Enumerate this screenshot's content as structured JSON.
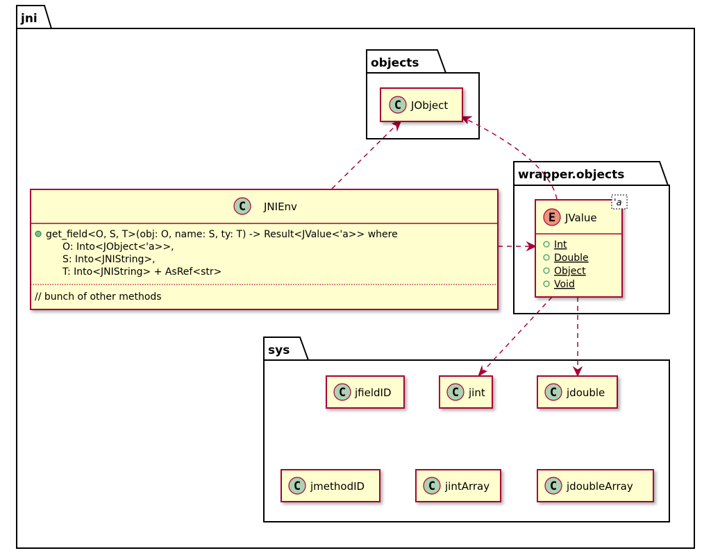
{
  "packages": {
    "jni": "jni",
    "objects": "objects",
    "wrapper": "wrapper.objects",
    "sys": "sys"
  },
  "badges": {
    "class": "C",
    "enum": "E"
  },
  "jobject": {
    "name": "JObject"
  },
  "jnienv": {
    "name": "JNIEnv",
    "method_lines": [
      "get_field<O, S, T>(obj: O, name: S, ty: T) -> Result<JValue<'a>> where",
      "O: Into<JObject<'a>>,",
      "S: Into<JNIString>,",
      "T: Into<JNIString> + AsRef<str>"
    ],
    "other": "// bunch of other methods"
  },
  "jvalue": {
    "name": "JValue",
    "type_param": "'a",
    "variants": [
      "Int",
      "Double",
      "Object",
      "Void"
    ]
  },
  "sys_classes": {
    "jfieldID": "jfieldID",
    "jint": "jint",
    "jdouble": "jdouble",
    "jmethodID": "jmethodID",
    "jintArray": "jintArray",
    "jdoubleArray": "jdoubleArray"
  },
  "colors": {
    "class_fill": "#fefece",
    "class_border": "#a80036",
    "class_badge": "#add1b2",
    "enum_badge": "#eb937f",
    "visibility_public": "#84be84"
  }
}
